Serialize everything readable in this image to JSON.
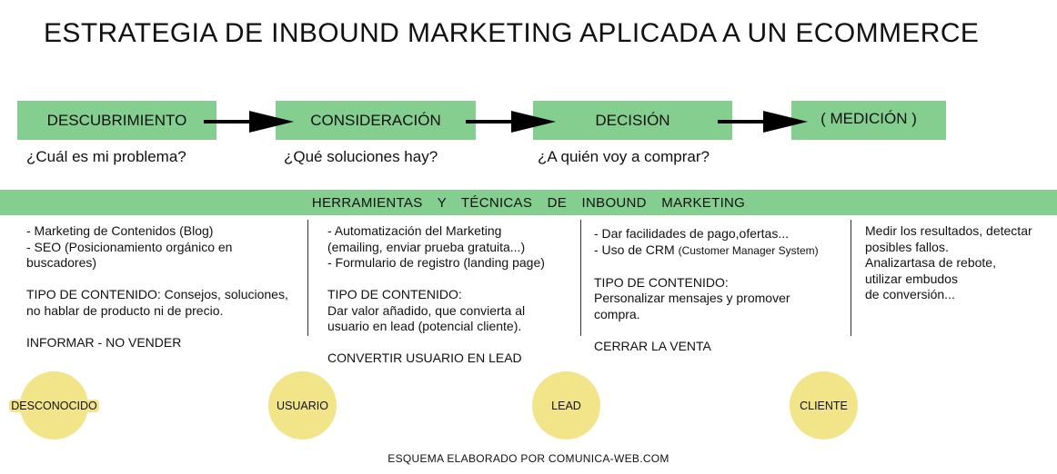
{
  "title": "ESTRATEGIA DE INBOUND MARKETING APLICADA A UN ECOMMERCE",
  "stages": [
    {
      "label": "DESCUBRIMIENTO",
      "question": "¿Cuál es mi problema?"
    },
    {
      "label": "CONSIDERACIÓN",
      "question": "¿Qué soluciones hay?"
    },
    {
      "label": "DECISIÓN",
      "question": "¿A quién voy a comprar?"
    },
    {
      "label": "( MEDICIÓN )",
      "question": ""
    }
  ],
  "band_label": "HERRAMIENTAS Y TÉCNICAS DE INBOUND MARKETING",
  "columns": [
    {
      "lines": [
        "- Marketing de Contenidos (Blog)",
        "- SEO (Posicionamiento orgánico en",
        "buscadores)",
        "",
        "TIPO DE CONTENIDO:  Consejos, soluciones,",
        "no hablar de producto ni de precio.",
        "",
        "INFORMAR - NO VENDER"
      ]
    },
    {
      "lines": [
        "- Automatización del Marketing",
        "(emailing, enviar prueba gratuita...)",
        "-  Formulario de registro (landing page)",
        "",
        "TIPO DE CONTENIDO:",
        "Dar valor añadido, que convierta al",
        "usuario en lead (potencial cliente).",
        "",
        "CONVERTIR USUARIO EN LEAD"
      ]
    },
    {
      "line1": "- Dar facilidades de pago,ofertas...",
      "line2_main": "- Uso de CRM ",
      "line2_small": "(Customer Manager System)",
      "lines": [
        "",
        "TIPO DE CONTENIDO:",
        "Personalizar mensajes y promover",
        "compra.",
        "",
        "CERRAR LA VENTA"
      ]
    },
    {
      "lines": [
        "Medir los resultados, detectar",
        "posibles fallos.",
        "Analizartasa de rebote,",
        "utilizar embudos",
        "de conversión..."
      ]
    }
  ],
  "personas": [
    "DESCONOCIDO",
    "USUARIO",
    "LEAD",
    "CLIENTE"
  ],
  "footer": "ESQUEMA ELABORADO POR COMUNICA-WEB.COM",
  "colors": {
    "stage_green": "#84cf8f",
    "persona_yellow": "#f2e489",
    "arrow": "#000000"
  }
}
